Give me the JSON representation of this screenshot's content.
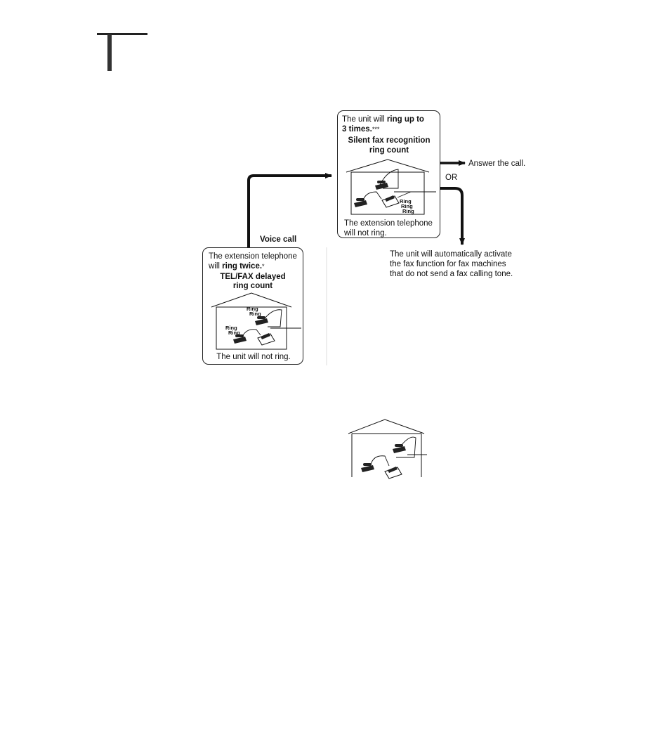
{
  "box_top": {
    "line1_pre": "The unit will ",
    "line1_bold": "ring up to",
    "line2_bold": "3 times.",
    "line2_note": "***",
    "heading": "Silent fax recognition ring count",
    "ring_labels": [
      "Ring",
      "Ring",
      "Ring"
    ],
    "footer_line1": "The extension telephone",
    "footer_line2": "will not ring."
  },
  "box_bottom": {
    "line1": "The extension telephone",
    "line2_pre": "will ",
    "line2_bold": "ring twice.",
    "line2_note": "*",
    "heading_line1": "TEL/FAX delayed",
    "heading_line2": "ring count",
    "ring_labels_upper": [
      "Ring",
      "Ring"
    ],
    "ring_labels_lower": [
      "Ring",
      "Ring"
    ],
    "footer": "The unit will not ring."
  },
  "labels": {
    "voice_call": "Voice call",
    "answer": "Answer the call.",
    "or": "OR",
    "activate_line1": "The unit will automatically activate",
    "activate_line2": "the fax function for fax machines",
    "activate_line3": "that do not send a fax calling tone."
  }
}
